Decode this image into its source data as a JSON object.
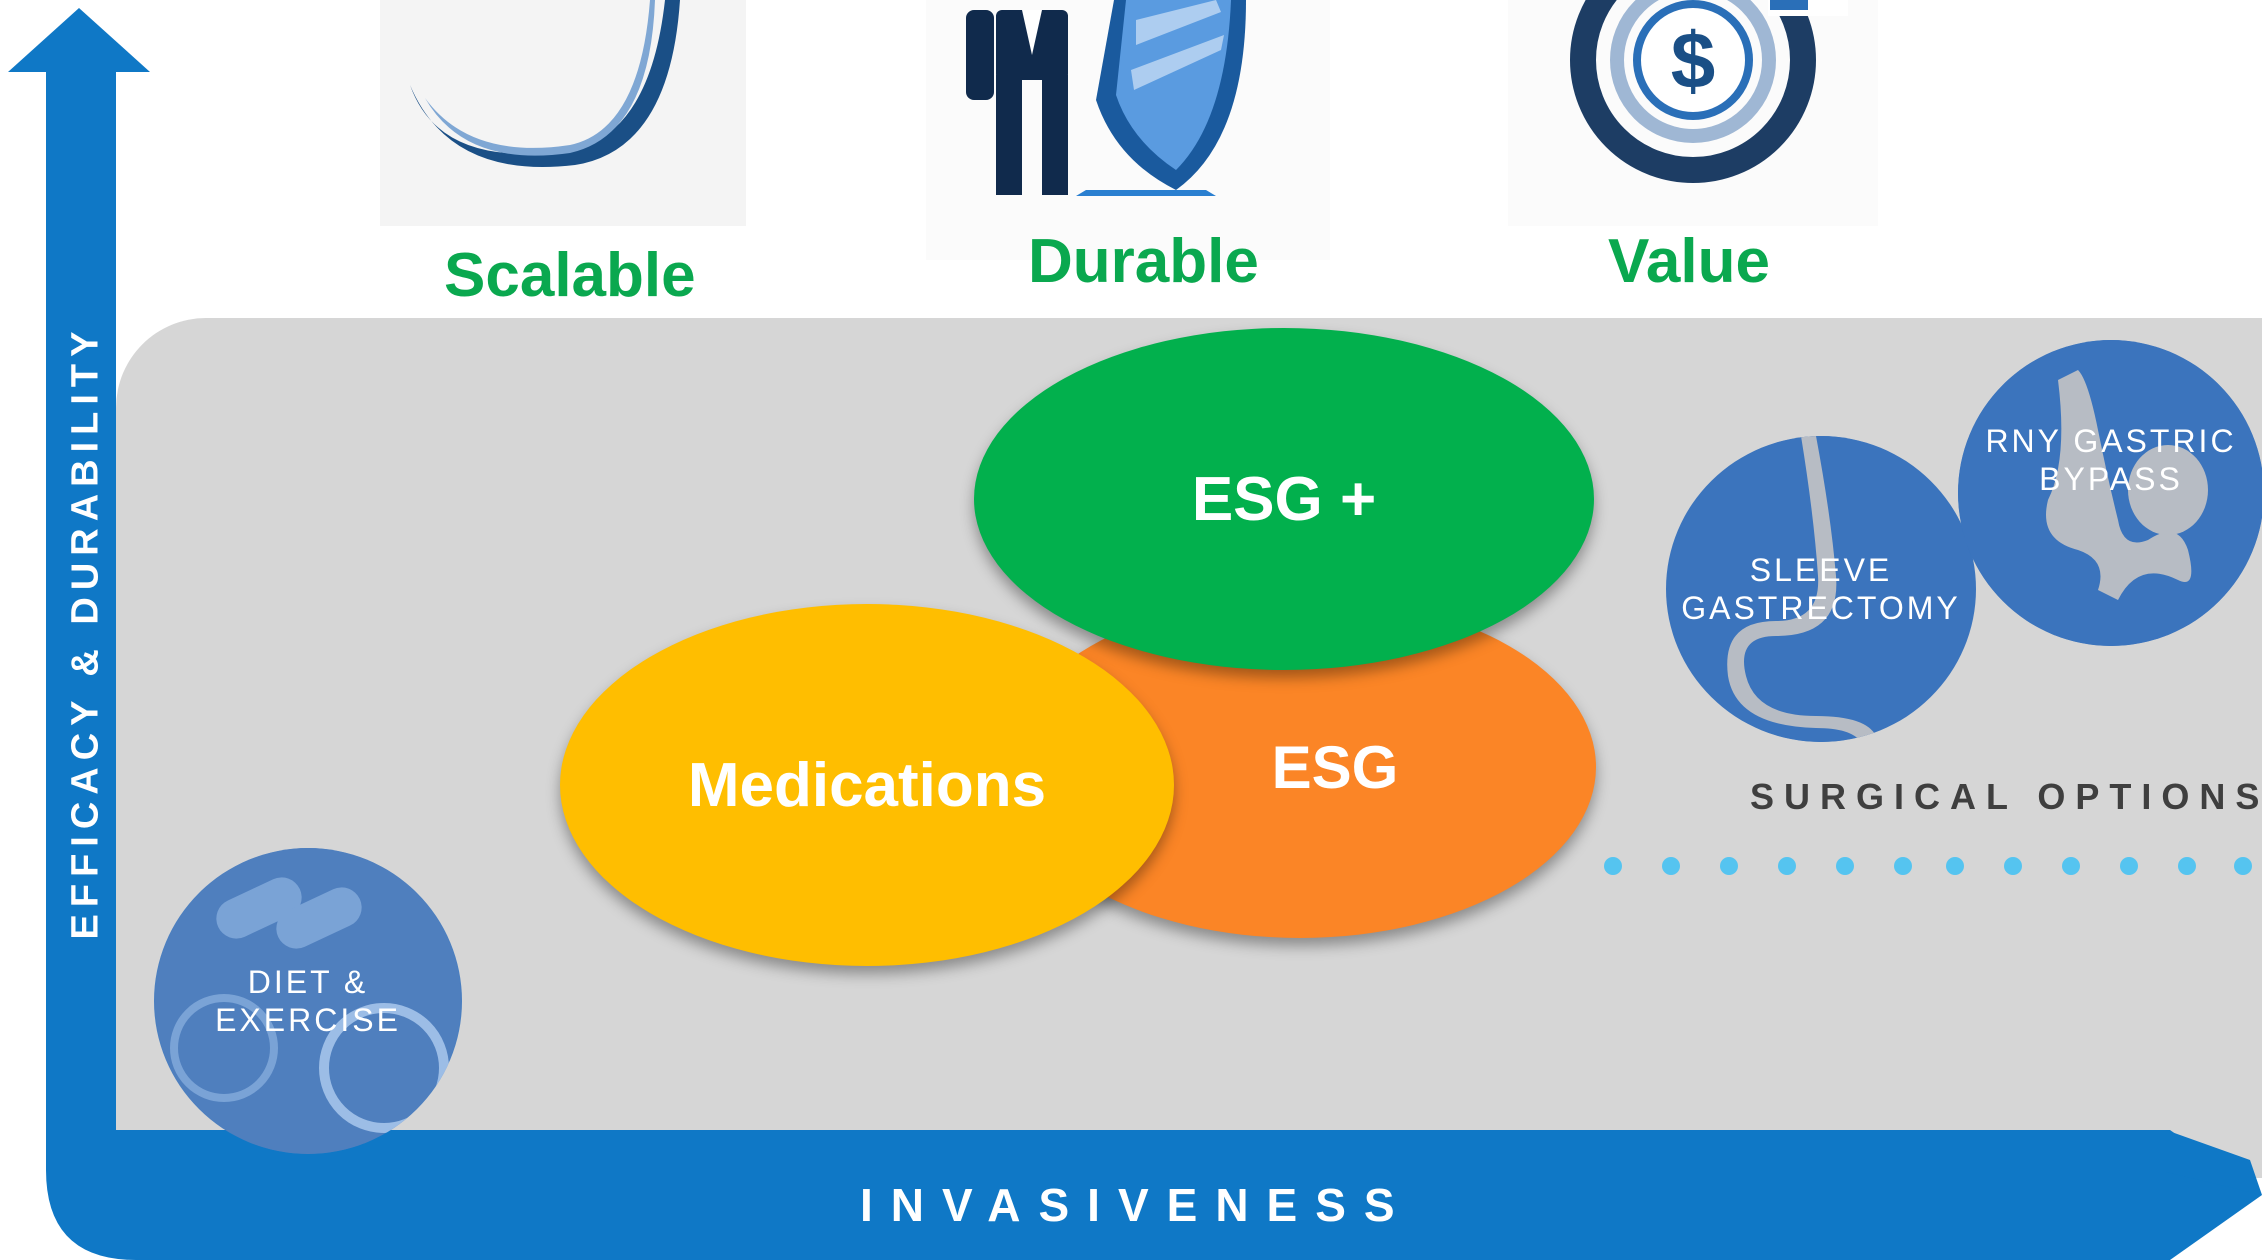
{
  "axes": {
    "y_label": "EFFICACY & DURABILITY",
    "x_label": "INVASIVENESS",
    "color": "#0f78c6"
  },
  "benefits": [
    {
      "label": "Scalable",
      "icon": "swoosh-icon"
    },
    {
      "label": "Durable",
      "icon": "businessman-shield-icon"
    },
    {
      "label": "Value",
      "icon": "dollar-cycle-icon"
    }
  ],
  "options": {
    "medications": {
      "label": "Medications",
      "color": "#ffbe00"
    },
    "esg": {
      "label": "ESG",
      "color": "#fb8526"
    },
    "esg_plus": {
      "label": "ESG +",
      "color": "#02b04d"
    },
    "diet": {
      "label": "DIET &\nEXERCISE"
    },
    "sleeve": {
      "label": "SLEEVE\nGASTRECTOMY"
    },
    "rny": {
      "label": "RNY GASTRIC\nBYPASS"
    },
    "surgical_label": "SURGICAL OPTIONS"
  }
}
